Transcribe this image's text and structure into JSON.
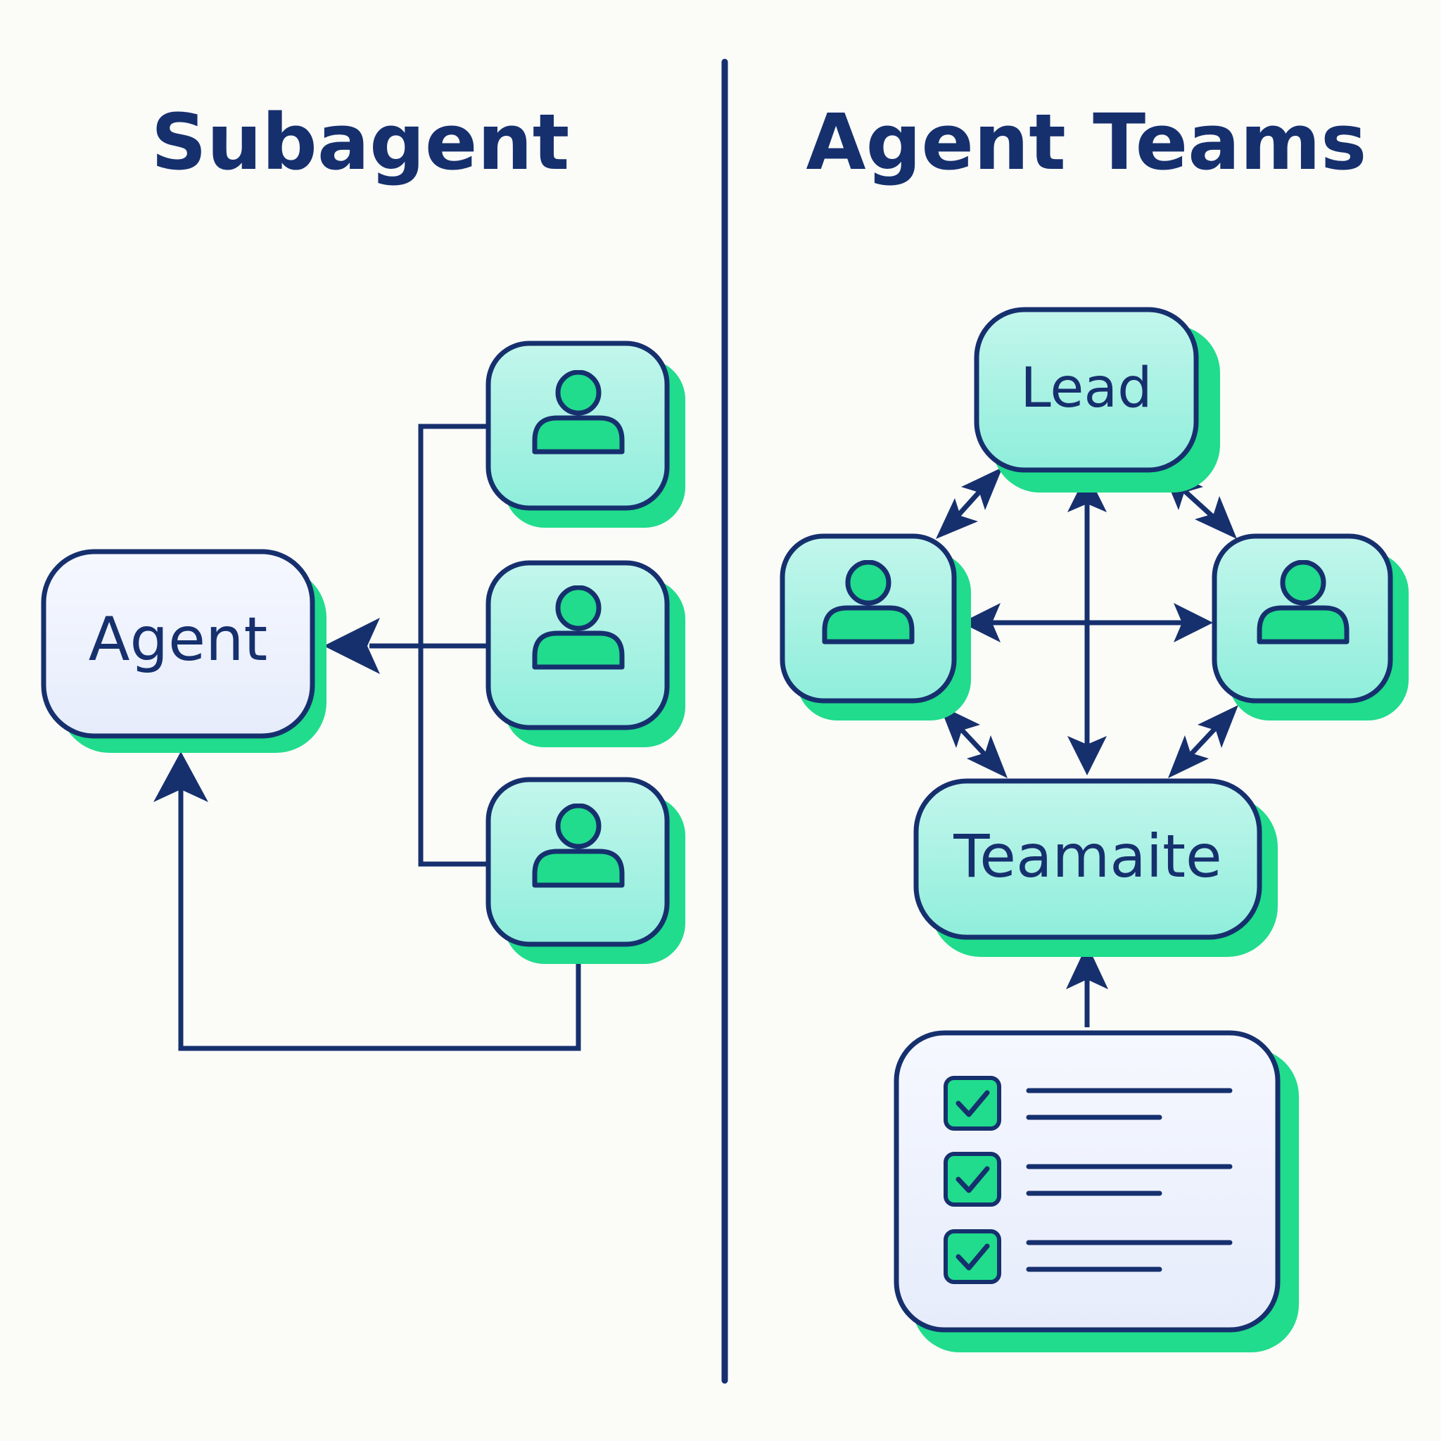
{
  "left_panel": {
    "title": "Subagent",
    "agent_label": "Agent"
  },
  "right_panel": {
    "title": "Agent Teams",
    "lead_label": "Lead",
    "teammate_label": "Teamaite"
  },
  "colors": {
    "background": "#fbfbf8",
    "outline": "#16306e",
    "green_accent": "#20dc8c",
    "mint_fill": "#aaf1e2",
    "light_fill": "#eff3fd"
  },
  "icons": [
    "user-icon",
    "checkbox-icon",
    "arrow-icon"
  ]
}
